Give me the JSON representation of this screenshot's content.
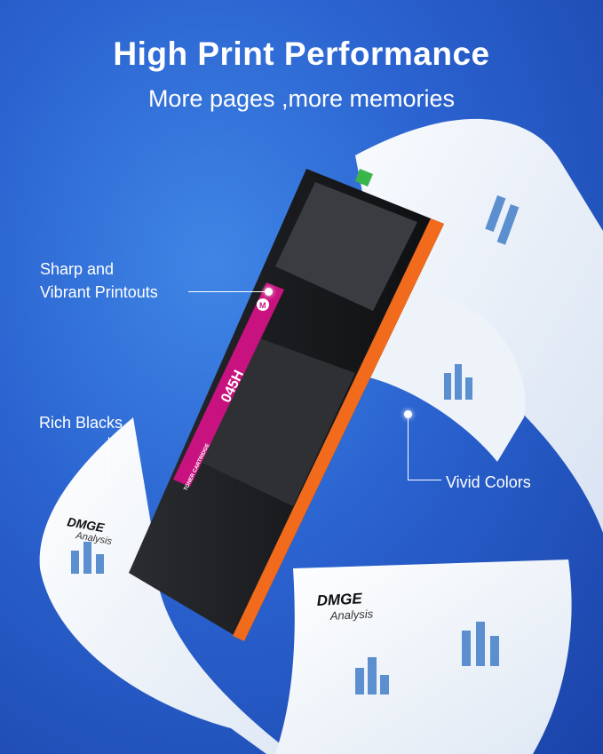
{
  "headline": "High Print Performance",
  "subheadline": "More pages ,more memories",
  "callouts": [
    {
      "label_line1": "Sharp and",
      "label_line2": "Vibrant Printouts"
    },
    {
      "label_line1": "Rich Blacks"
    },
    {
      "label_line1": "Vivid Colors"
    }
  ],
  "cartridge": {
    "model": "045H",
    "type_label": "TONER CARTRIDGE",
    "color_code": "M",
    "label_color": "#c8127f",
    "edge_color": "#f26a1b"
  },
  "paper": {
    "brand": "DMGE",
    "subtitle": "Analysis"
  },
  "colors": {
    "background": "#2a62cf",
    "text": "#ffffff"
  }
}
